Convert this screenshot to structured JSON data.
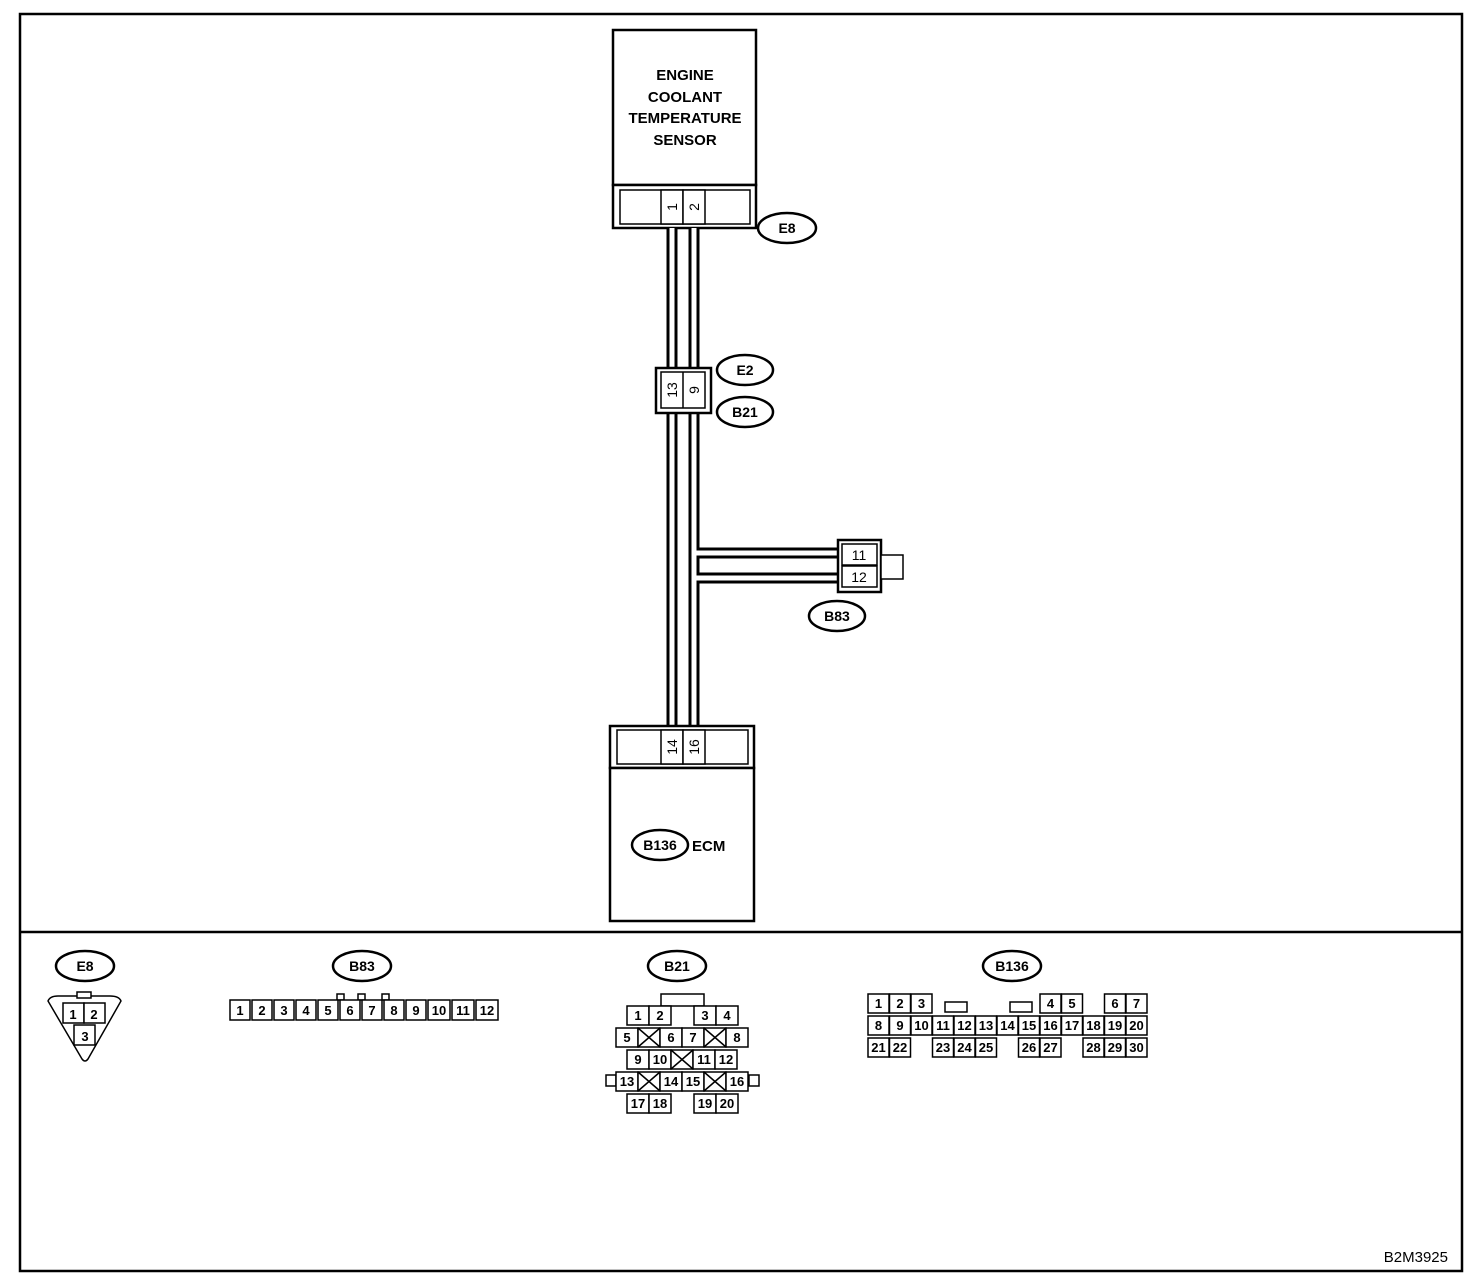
{
  "components": {
    "sensor": {
      "lines": [
        "ENGINE",
        "COOLANT",
        "TEMPERATURE",
        "SENSOR"
      ],
      "pins": [
        "1",
        "2"
      ]
    },
    "ecm": {
      "connector": "B136",
      "label": "ECM",
      "pins": [
        "14",
        "16"
      ]
    },
    "joint": {
      "pins": [
        "13",
        "9"
      ]
    },
    "b83_plug": {
      "pins": [
        "11",
        "12"
      ]
    }
  },
  "connector_tags": {
    "e8": "E8",
    "e2": "E2",
    "b21": "B21",
    "b83": "B83"
  },
  "legend": {
    "e8": {
      "tag": "E8",
      "pins": [
        "1",
        "2",
        "3"
      ]
    },
    "b83": {
      "tag": "B83",
      "pins": [
        "1",
        "2",
        "3",
        "4",
        "5",
        "6",
        "7",
        "8",
        "9",
        "10",
        "11",
        "12"
      ]
    },
    "b21": {
      "tag": "B21",
      "pins": [
        "1",
        "2",
        "3",
        "4",
        "5",
        "6",
        "7",
        "8",
        "9",
        "10",
        "11",
        "12",
        "13",
        "14",
        "15",
        "16",
        "17",
        "18",
        "19",
        "20"
      ]
    },
    "b136": {
      "tag": "B136",
      "pins": [
        "1",
        "2",
        "3",
        "4",
        "5",
        "6",
        "7",
        "8",
        "9",
        "10",
        "11",
        "12",
        "13",
        "14",
        "15",
        "16",
        "17",
        "18",
        "19",
        "20",
        "21",
        "22",
        "23",
        "24",
        "25",
        "26",
        "27",
        "28",
        "29",
        "30"
      ]
    }
  },
  "figure_code": "B2M3925"
}
